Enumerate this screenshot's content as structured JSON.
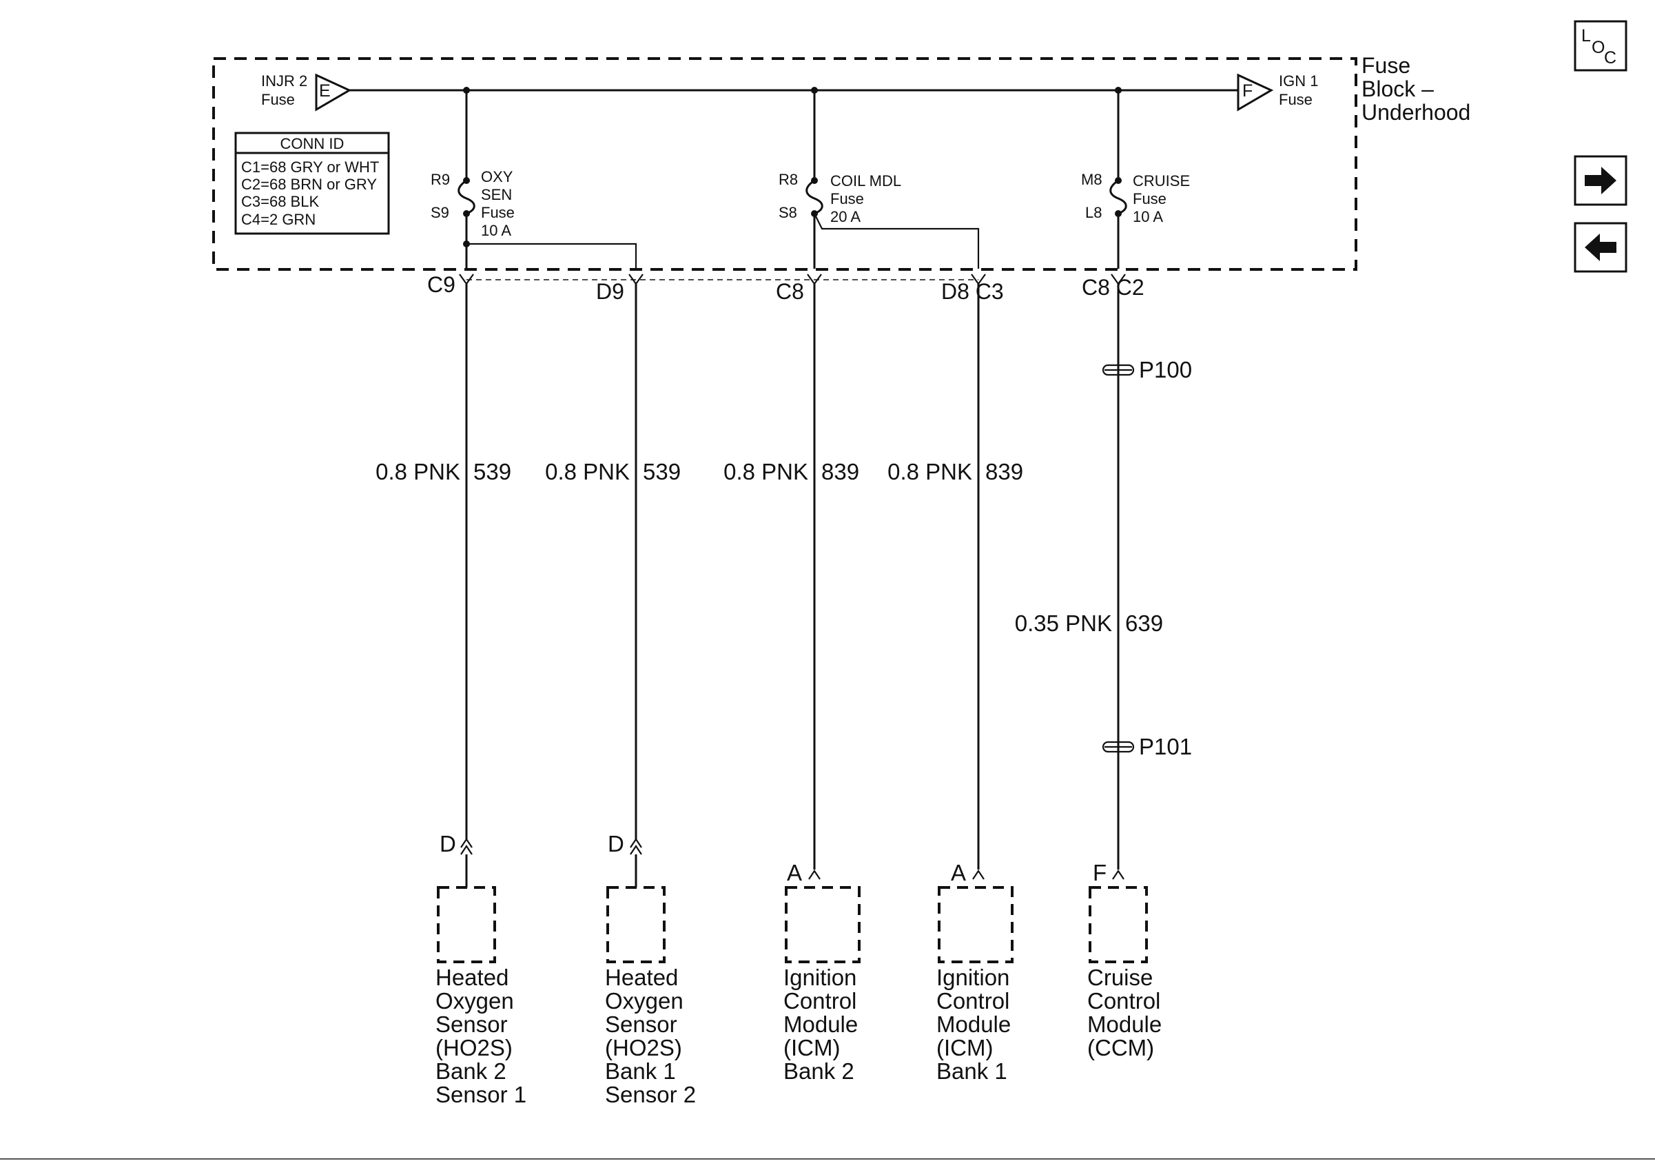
{
  "fuse_block": {
    "title_lines": [
      "Fuse",
      "Block –",
      "Underhood"
    ],
    "source_left": {
      "pin": "E",
      "label_lines": [
        "INJR 2",
        "Fuse"
      ]
    },
    "source_right": {
      "pin": "F",
      "label_lines": [
        "IGN 1",
        "Fuse"
      ]
    },
    "conn_id": {
      "header": "CONN ID",
      "rows": [
        "C1=68 GRY or WHT",
        "C2=68 BRN or GRY",
        "C3=68 BLK",
        "C4=2 GRN"
      ]
    },
    "fuses": [
      {
        "top_pin": "R9",
        "bottom_pin": "S9",
        "label_lines": [
          "OXY",
          "SEN",
          "Fuse",
          "10 A"
        ]
      },
      {
        "top_pin": "R8",
        "bottom_pin": "S8",
        "label_lines": [
          "COIL MDL",
          "Fuse",
          "20 A"
        ]
      },
      {
        "top_pin": "M8",
        "bottom_pin": "L8",
        "label_lines": [
          "CRUISE",
          "Fuse",
          "10 A"
        ]
      }
    ],
    "terminals": [
      {
        "label": "C9"
      },
      {
        "label": "D9"
      },
      {
        "label": "C8"
      },
      {
        "label": "D8 C3"
      },
      {
        "label": "C8 C2"
      }
    ]
  },
  "wires": [
    {
      "gauge_color": "0.8 PNK",
      "circuit": "539"
    },
    {
      "gauge_color": "0.8 PNK",
      "circuit": "539"
    },
    {
      "gauge_color": "0.8 PNK",
      "circuit": "839"
    },
    {
      "gauge_color": "0.8 PNK",
      "circuit": "839"
    },
    {
      "gauge_color": "0.35 PNK",
      "circuit": "639"
    }
  ],
  "splices": [
    "P100",
    "P101"
  ],
  "components": [
    {
      "pin": "D",
      "name_lines": [
        "Heated",
        "Oxygen",
        "Sensor",
        "(HO2S)",
        "Bank 2",
        "Sensor 1"
      ]
    },
    {
      "pin": "D",
      "name_lines": [
        "Heated",
        "Oxygen",
        "Sensor",
        "(HO2S)",
        "Bank 1",
        "Sensor 2"
      ]
    },
    {
      "pin": "A",
      "name_lines": [
        "Ignition",
        "Control",
        "Module",
        "(ICM)",
        "Bank 2"
      ]
    },
    {
      "pin": "A",
      "name_lines": [
        "Ignition",
        "Control",
        "Module",
        "(ICM)",
        "Bank 1"
      ]
    },
    {
      "pin": "F",
      "name_lines": [
        "Cruise",
        "Control",
        "Module",
        "(CCM)"
      ]
    }
  ],
  "nav": {
    "loc": {
      "l": "L",
      "o": "O",
      "c": "C"
    },
    "next_icon": "arrow-right-icon",
    "prev_icon": "arrow-left-icon"
  }
}
